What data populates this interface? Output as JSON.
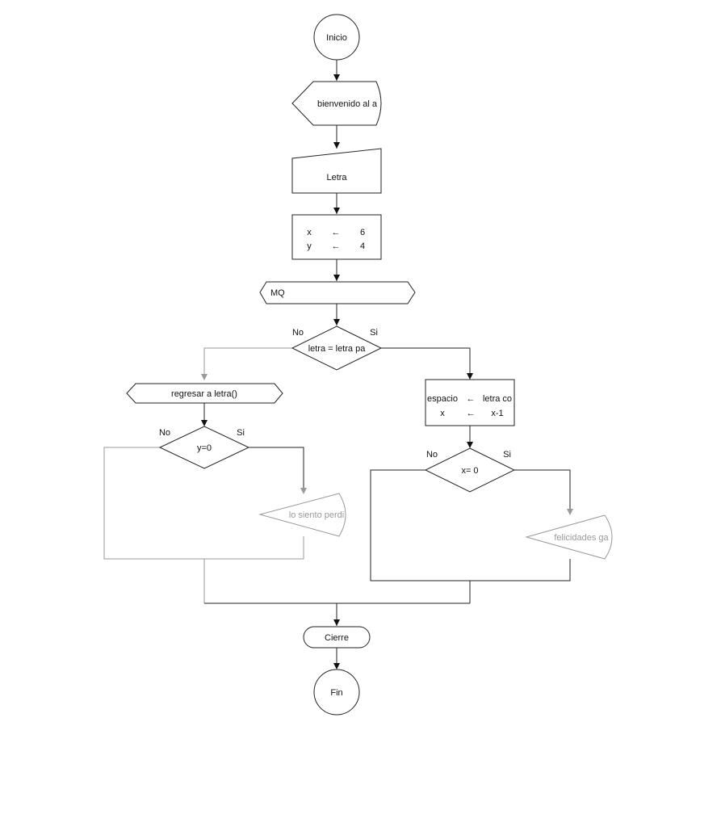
{
  "nodes": {
    "start": "Inicio",
    "welcome_output": "bienvenido al a",
    "input": "Letra",
    "init": [
      {
        "var": "x",
        "op": "←",
        "value": "6"
      },
      {
        "var": "y",
        "op": "←",
        "value": "4"
      }
    ],
    "loop": "MQ",
    "decision_main": {
      "text": "letra = letra pa",
      "no": "No",
      "yes": "Si"
    },
    "subprocess": "regresar a letra()",
    "decision_y": {
      "text": "y=0",
      "no": "No",
      "yes": "Si"
    },
    "lose_output": "lo siento perdi",
    "assign": [
      {
        "var": "espacio",
        "op": "←",
        "value": "letra co"
      },
      {
        "var": "x",
        "op": "←",
        "value": "x-1"
      }
    ],
    "decision_x": {
      "text": "x= 0",
      "no": "No",
      "yes": "Si"
    },
    "win_output": "felicidades ga",
    "close": "Cierre",
    "end": "Fin"
  }
}
